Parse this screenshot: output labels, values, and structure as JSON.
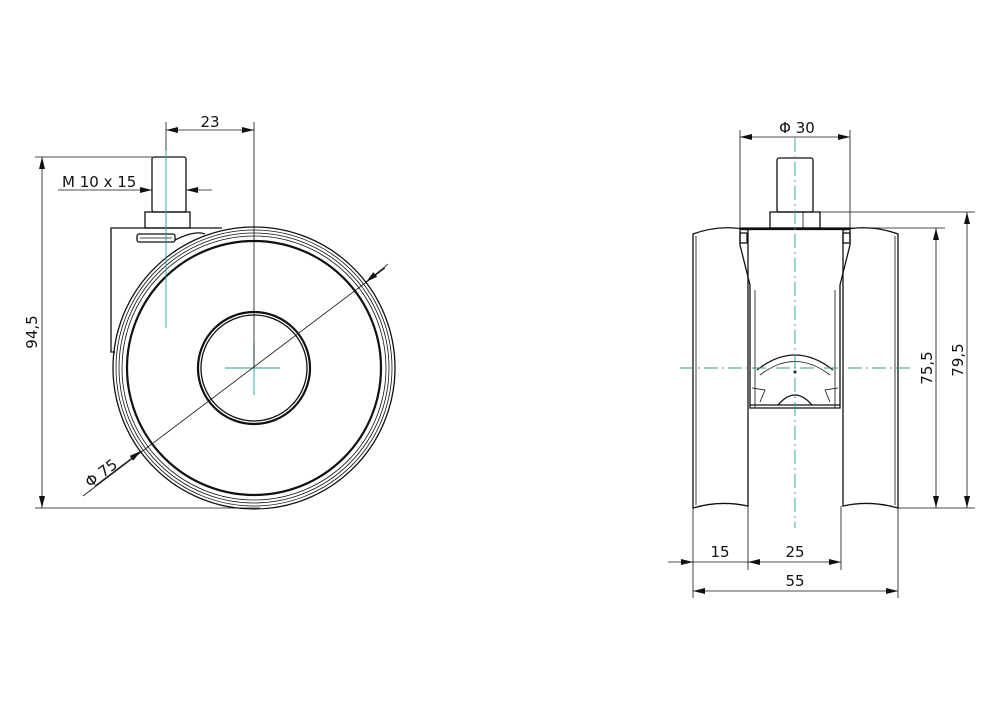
{
  "drawing": {
    "side_view": {
      "dim_offset": "23",
      "dim_height": "94,5",
      "dim_thread": "M  10  x 15",
      "dim_diameter": "Φ 75"
    },
    "front_view": {
      "dim_top_diameter": "Φ  30",
      "dim_wheel_height": "75,5",
      "dim_total_height": "79,5",
      "dim_wheel_width": "15",
      "dim_gap": "25",
      "dim_total_width": "55"
    },
    "colors": {
      "line": "#111111",
      "centerline": "#2a9a9a"
    }
  }
}
